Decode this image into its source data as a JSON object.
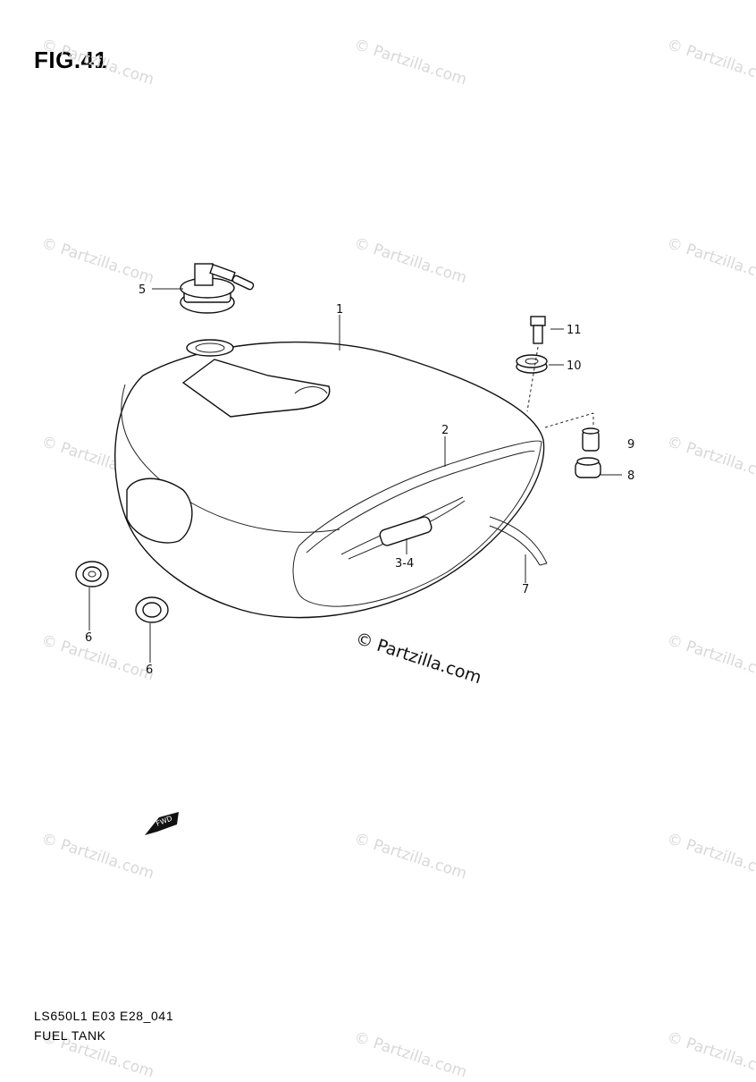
{
  "figure": {
    "title": "FIG.41"
  },
  "footer": {
    "code": "LS650L1 E03 E28_041",
    "name": "FUEL TANK"
  },
  "watermark": {
    "text": "© Partzilla.com"
  },
  "callouts": [
    "1",
    "2",
    "3-4",
    "5",
    "6",
    "6",
    "7",
    "8",
    "9",
    "10",
    "11"
  ],
  "fwd_label": "FWD"
}
